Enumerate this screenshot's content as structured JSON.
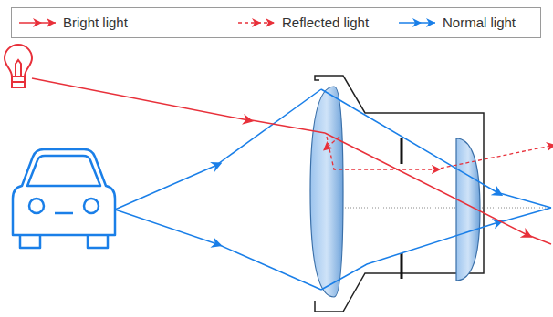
{
  "diagram": {
    "legend": [
      {
        "text": "Bright light"
      },
      {
        "text": "Reflected light"
      },
      {
        "text": "Normal light"
      }
    ]
  }
}
